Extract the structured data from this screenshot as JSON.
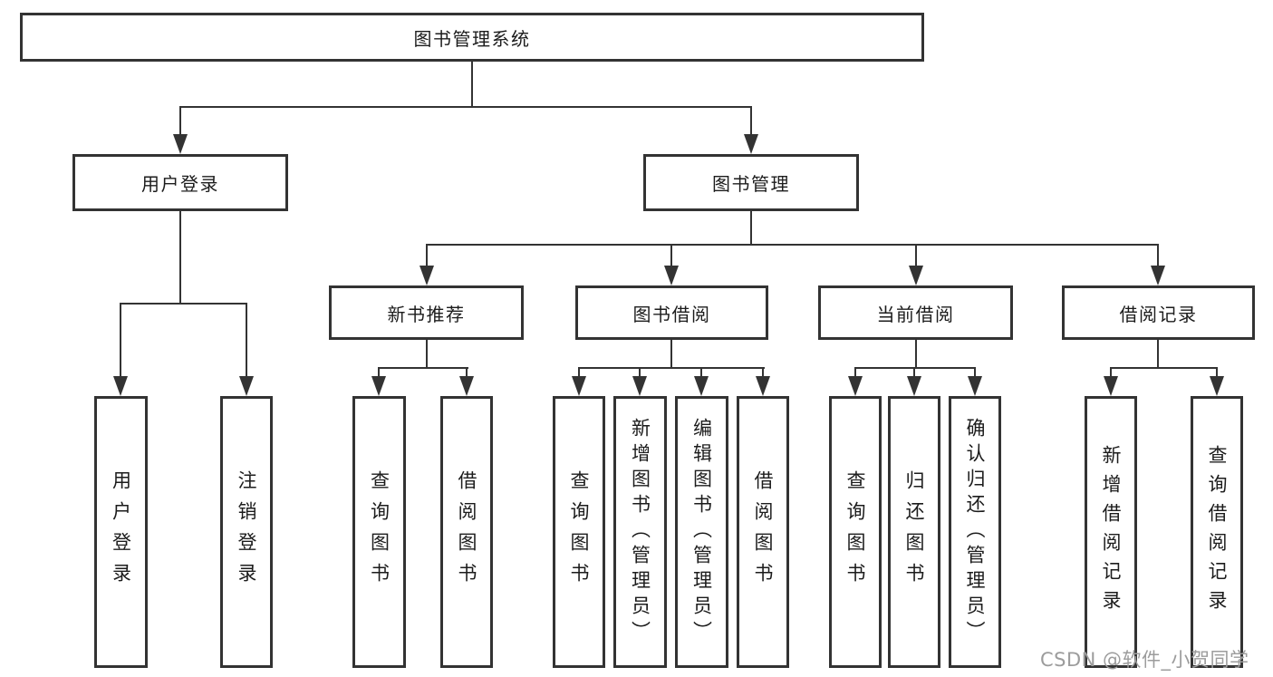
{
  "nodes": {
    "root": {
      "label": "图书管理系统"
    },
    "level2": [
      {
        "label": "用户登录",
        "children_leaves": [
          0,
          1
        ]
      },
      {
        "label": "图书管理",
        "children_level3": [
          0,
          1,
          2,
          3
        ]
      }
    ],
    "level3": [
      {
        "label": "新书推荐",
        "children_leaves": [
          2,
          3
        ]
      },
      {
        "label": "图书借阅",
        "children_leaves": [
          4,
          5,
          6,
          7
        ]
      },
      {
        "label": "当前借阅",
        "children_leaves": [
          8,
          9,
          10
        ]
      },
      {
        "label": "借阅记录",
        "children_leaves": [
          11,
          12
        ]
      }
    ],
    "leaves": [
      {
        "label": "用户登录"
      },
      {
        "label": "注销登录"
      },
      {
        "label": "查询图书"
      },
      {
        "label": "借阅图书"
      },
      {
        "label": "查询图书"
      },
      {
        "label": "新增图书（管理员）"
      },
      {
        "label": "编辑图书（管理员）"
      },
      {
        "label": "借阅图书"
      },
      {
        "label": "查询图书"
      },
      {
        "label": "归还图书"
      },
      {
        "label": "确认归还（管理员）"
      },
      {
        "label": "新增借阅记录"
      },
      {
        "label": "查询借阅记录"
      }
    ]
  },
  "watermark": {
    "text": "CSDN @软件_小贺同学"
  },
  "colors": {
    "line": "#333333",
    "border": "#333333",
    "text": "#1c1c1c",
    "watermark": "#9c9c9c",
    "background": "#ffffff"
  }
}
